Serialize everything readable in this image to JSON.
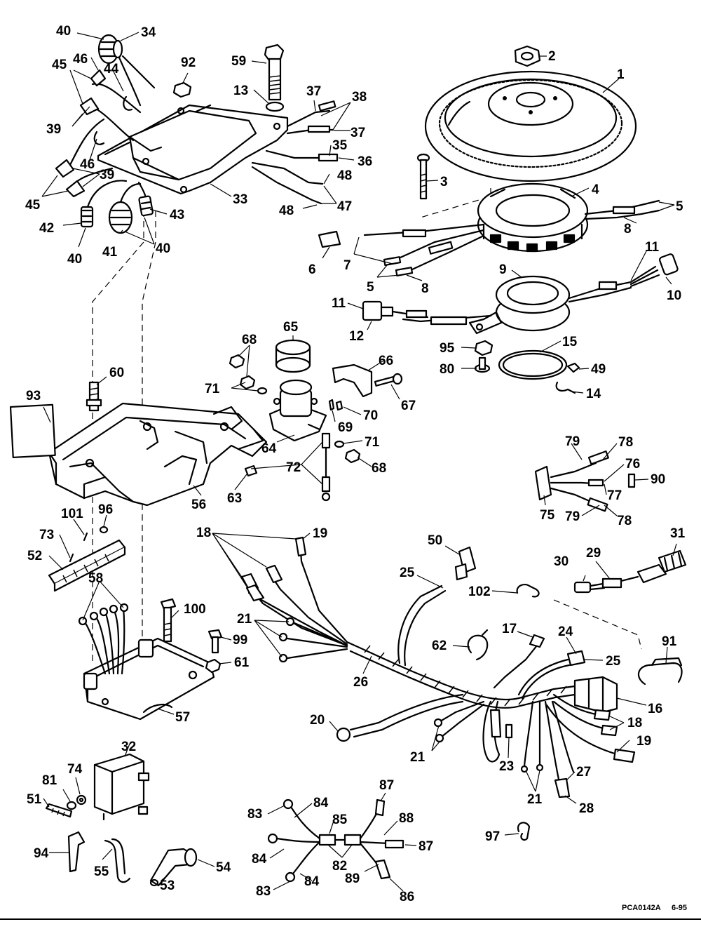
{
  "callouts": [
    "40",
    "34",
    "45",
    "46",
    "44",
    "92",
    "59",
    "13",
    "2",
    "1",
    "37",
    "38",
    "39",
    "37",
    "46",
    "35",
    "36",
    "3",
    "39",
    "48",
    "4",
    "45",
    "43",
    "33",
    "47",
    "48",
    "5",
    "42",
    "41",
    "40",
    "40",
    "8",
    "6",
    "7",
    "11",
    "5",
    "8",
    "9",
    "10",
    "11",
    "12",
    "65",
    "95",
    "15",
    "68",
    "80",
    "49",
    "66",
    "71",
    "14",
    "93",
    "60",
    "67",
    "70",
    "69",
    "71",
    "64",
    "72",
    "68",
    "56",
    "63",
    "79",
    "78",
    "76",
    "90",
    "77",
    "75",
    "79",
    "78",
    "101",
    "96",
    "18",
    "19",
    "50",
    "31",
    "73",
    "52",
    "25",
    "30",
    "29",
    "58",
    "102",
    "100",
    "21",
    "62",
    "17",
    "24",
    "99",
    "91",
    "61",
    "25",
    "26",
    "16",
    "57",
    "20",
    "18",
    "19",
    "21",
    "23",
    "32",
    "74",
    "81",
    "27",
    "51",
    "21",
    "28",
    "87",
    "83",
    "84",
    "85",
    "88",
    "97",
    "94",
    "55",
    "84",
    "82",
    "87",
    "53",
    "54",
    "89",
    "83",
    "84",
    "86"
  ],
  "footer": {
    "code": "PCA0142A",
    "date": "6-95"
  }
}
